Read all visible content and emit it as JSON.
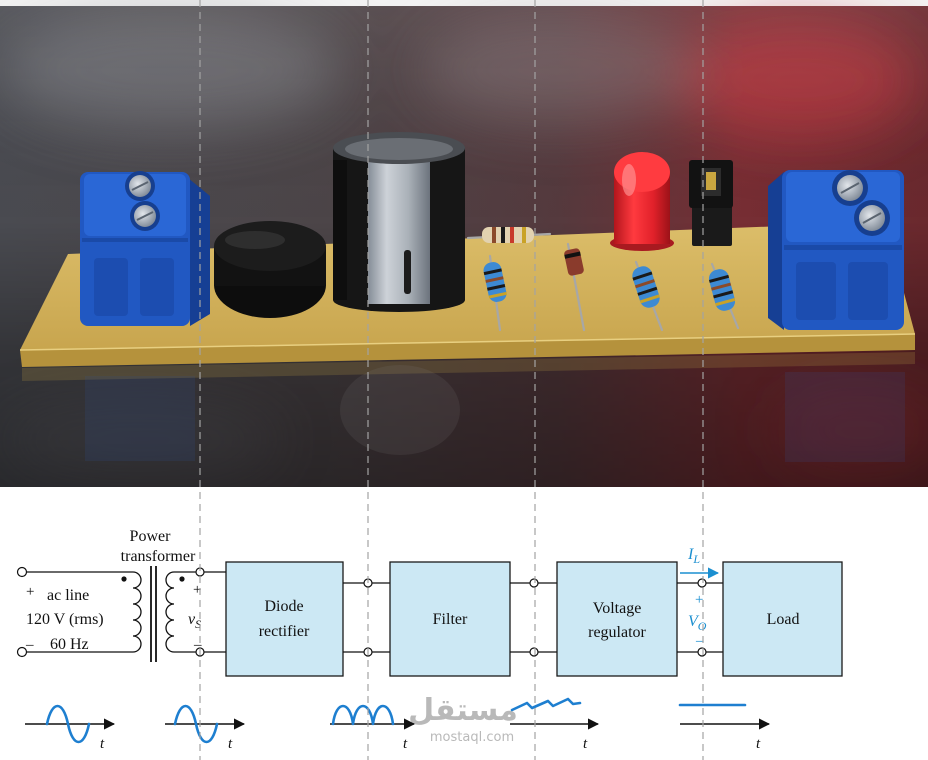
{
  "diagram": {
    "transformer": {
      "label_line1": "Power",
      "label_line2": "transformer"
    },
    "source": {
      "plus_sign": "+",
      "line1": "ac line",
      "line2": "120 V (rms)",
      "minus_sign": "–",
      "line3": "60 Hz"
    },
    "secondary": {
      "plus_sign": "+",
      "symbol": "v",
      "subscript": "S",
      "minus_sign": "–"
    },
    "blocks": [
      {
        "lines": [
          "Diode",
          "rectifier"
        ]
      },
      {
        "lines": [
          "Filter"
        ]
      },
      {
        "lines": [
          "Voltage",
          "regulator"
        ]
      },
      {
        "lines": [
          "Load"
        ]
      }
    ],
    "output": {
      "current_symbol": "I",
      "current_subscript": "L",
      "plus_sign": "+",
      "voltage_symbol": "V",
      "voltage_subscript": "O",
      "minus_sign": "–"
    },
    "waveforms": [
      {
        "icon": "sine-wave-icon",
        "axis_label": "t"
      },
      {
        "icon": "sine-wave-icon",
        "axis_label": "t"
      },
      {
        "icon": "rectified-wave-icon",
        "axis_label": "t"
      },
      {
        "icon": "ripple-wave-icon",
        "axis_label": "t"
      },
      {
        "icon": "dc-level-icon",
        "axis_label": "t"
      }
    ]
  },
  "watermark": {
    "arabic": "مستقل",
    "latin": "mostaql.com"
  },
  "colors": {
    "block_fill": "#cce8f4",
    "annotation_blue": "#1b8fd0",
    "waveform_blue": "#1e7fd0",
    "pcb": "#d4b45c",
    "terminal_blue": "#2158c2",
    "led_red": "#e0222a"
  }
}
